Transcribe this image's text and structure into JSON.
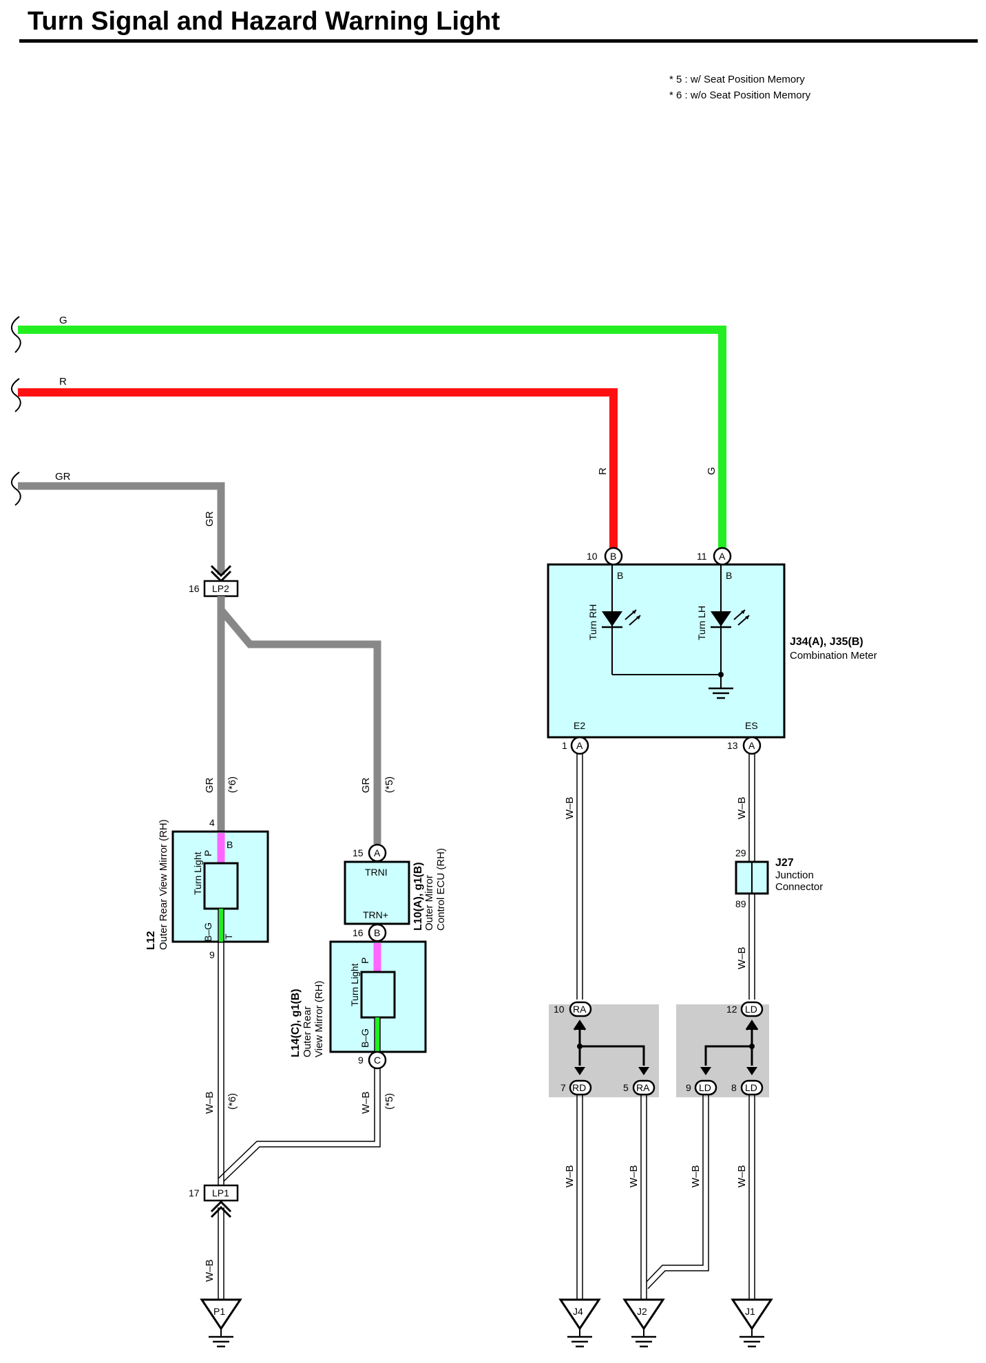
{
  "title": "Turn Signal and Hazard Warning Light",
  "notes": [
    "* 5 : w/ Seat Position Memory",
    "* 6 : w/o Seat Position Memory"
  ],
  "colors": {
    "green": "#22ee22",
    "red": "#ff1111",
    "gray": "#888888",
    "pink": "#ff66ff",
    "box_fill": "#ccffff",
    "junction_fill": "#cccccc"
  },
  "wires": {
    "green_label": "G",
    "red_label": "R",
    "gray_label": "GR",
    "drop_r": "R",
    "drop_g": "G",
    "gr_a": "GR",
    "gr_b": "GR",
    "gr_c": "GR",
    "wb1": "W–B",
    "wb2": "W–B",
    "wb3": "W–B",
    "wb4": "W–B",
    "wb5": "W–B",
    "wb6": "W–B",
    "wb7": "W–B",
    "wb8": "W–B",
    "wb9": "W–B",
    "wb10": "W–B",
    "star6_a": "(*6)",
    "star5_a": "(*5)",
    "star6_b": "(*6)",
    "star5_b": "(*5)"
  },
  "meter": {
    "name": "J34(A), J35(B)",
    "desc": "Combination Meter",
    "pin_b_num": "10",
    "pin_b": "B",
    "pin_a_num": "11",
    "pin_a": "A",
    "in_b1": "B",
    "in_b2": "B",
    "turn_rh": "Turn RH",
    "turn_lh": "Turn LH",
    "e2": "E2",
    "es": "ES",
    "pin_e2_num": "1",
    "pin_e2": "A",
    "pin_es_num": "13",
    "pin_es": "A"
  },
  "lp2": {
    "num": "16",
    "label": "LP2"
  },
  "lp1": {
    "num": "17",
    "label": "LP1"
  },
  "l12": {
    "name": "L12",
    "desc": "Outer Rear View Mirror (RH)",
    "turn_light": "Turn Light",
    "pin_top": "4",
    "pin_bottom": "9",
    "p": "P",
    "b": "B",
    "bg": "B–G",
    "t": "T"
  },
  "l10": {
    "name": "L10(A), g1(B)",
    "desc1": "Outer Mirror",
    "desc2": "Control ECU (RH)",
    "pin_top_num": "15",
    "pin_top": "A",
    "trni": "TRNI",
    "trnp": "TRN+",
    "pin_bot_num": "16",
    "pin_bot": "B"
  },
  "l14": {
    "name": "L14(C), g1(B)",
    "desc1": "Outer Rear",
    "desc2": "View Mirror (RH)",
    "turn_light": "Turn Light",
    "p": "P",
    "bg": "B–G",
    "pin_bot_num": "9",
    "pin_bot": "C"
  },
  "j27": {
    "name": "J27",
    "desc1": "Junction",
    "desc2": "Connector",
    "pin_top": "29",
    "pin_bot": "89"
  },
  "junction_ra": {
    "in_num": "10",
    "in_label": "RA",
    "out1_num": "7",
    "out1_label": "RD",
    "out2_num": "5",
    "out2_label": "RA"
  },
  "junction_ld": {
    "in_num": "12",
    "in_label": "LD",
    "out1_num": "9",
    "out1_label": "LD",
    "out2_num": "8",
    "out2_label": "LD"
  },
  "grounds": {
    "p1": "P1",
    "j4": "J4",
    "j2": "J2",
    "j1": "J1"
  }
}
